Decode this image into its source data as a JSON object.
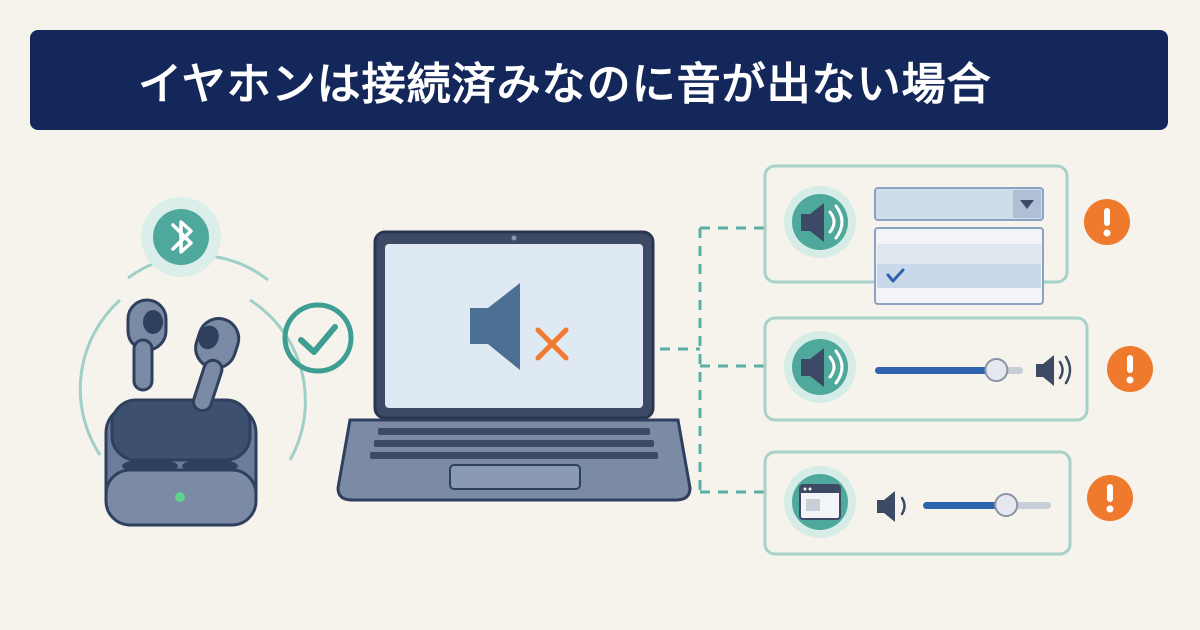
{
  "header": {
    "title": "イヤホンは接続済みなのに音が出ない場合"
  },
  "icons": {
    "bluetooth": "bluetooth-icon",
    "connected_check": "check-circle-icon",
    "muted_speaker": "speaker-muted-icon",
    "speaker": "speaker-icon",
    "app_window": "app-window-icon",
    "warning": "exclamation-icon",
    "dropdown_arrow": "chevron-down-icon",
    "checkmark": "checkmark-icon"
  },
  "panels": [
    {
      "id": "output-device",
      "type": "dropdown",
      "selected_option_index": 1
    },
    {
      "id": "system-volume",
      "type": "slider",
      "level": 0.82
    },
    {
      "id": "app-volume",
      "type": "slider",
      "level": 0.65
    }
  ],
  "colors": {
    "banner": "#14275a",
    "teal": "#3f9e94",
    "teal_light": "#d6ece7",
    "warning": "#ef7a2e",
    "device": "#5d6f8f",
    "slider": "#2f63ad",
    "mute_x": "#ef7a2e"
  }
}
